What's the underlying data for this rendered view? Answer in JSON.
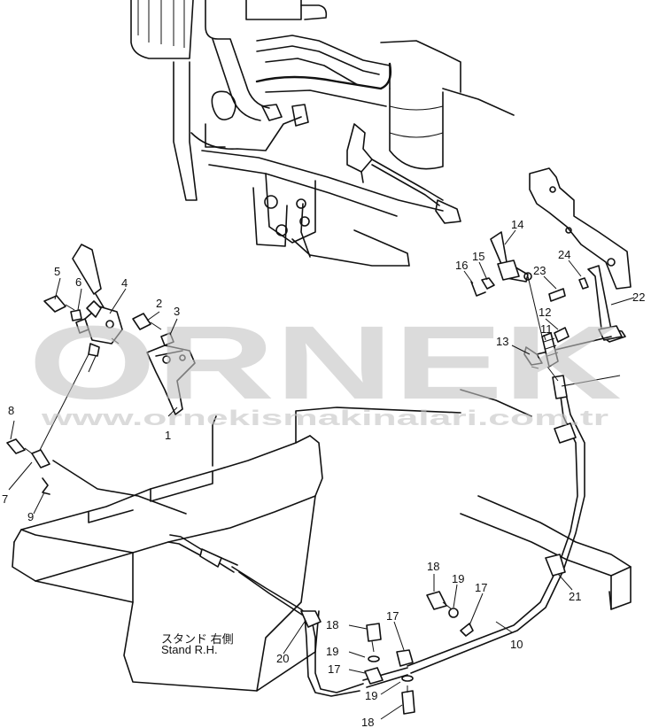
{
  "diagram": {
    "callouts": [
      "1",
      "2",
      "3",
      "4",
      "5",
      "6",
      "7",
      "8",
      "9",
      "10",
      "11",
      "12",
      "13",
      "14",
      "15",
      "16",
      "17",
      "17",
      "17",
      "18",
      "18",
      "18",
      "19",
      "19",
      "19",
      "20",
      "21",
      "22",
      "23",
      "24"
    ],
    "stand_label_jp": "スタンド 右側",
    "stand_label_en": "Stand R.H."
  },
  "watermark": {
    "logo": "ORNEK",
    "site": "www.ornekismakinalari.com.tr",
    "color": "#c3c3c3"
  }
}
